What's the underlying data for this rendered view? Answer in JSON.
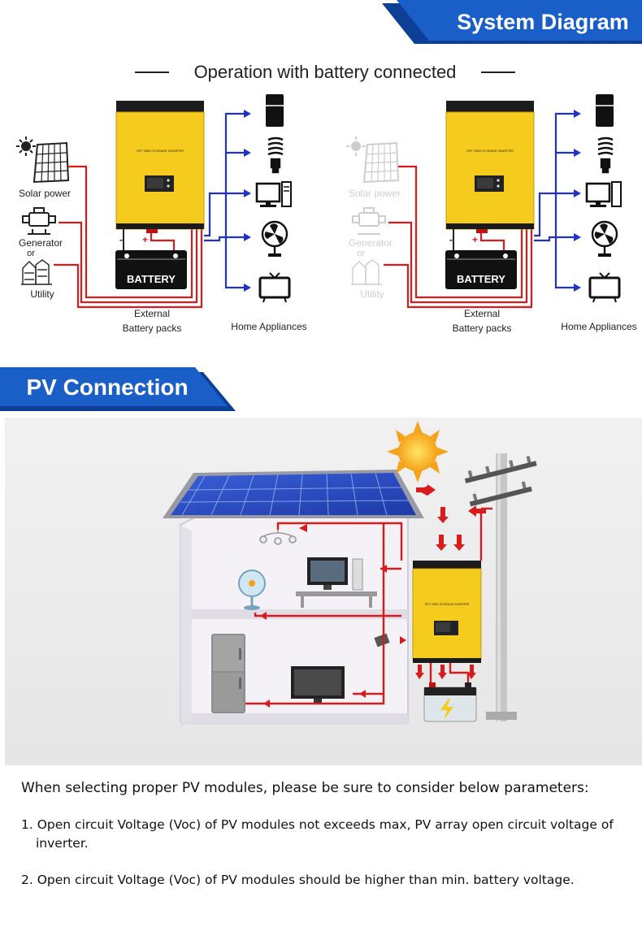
{
  "header": {
    "banner_title": "System Diagram",
    "subtitle": "Operation with battery connected"
  },
  "system_diagrams": [
    {
      "sources": [
        "Solar power",
        "Generator",
        "or",
        "Utility"
      ],
      "sources_active": true,
      "inverter_label": "OFF GRID STORAGE INVERTER",
      "battery_label": "BATTERY",
      "battery_caption": [
        "External",
        "Battery packs"
      ],
      "appliances_caption": "Home Appliances",
      "appliance_icons": [
        "refrigerator-icon",
        "bulb-icon",
        "computer-icon",
        "fan-icon",
        "tv-icon"
      ]
    },
    {
      "sources": [
        "Solar power",
        "Generator",
        "or",
        "Utility"
      ],
      "sources_active": false,
      "inverter_label": "OFF GRID STORAGE INVERTER",
      "battery_label": "BATTERY",
      "battery_caption": [
        "External",
        "Battery packs"
      ],
      "appliances_caption": "Home Appliances",
      "appliance_icons": [
        "refrigerator-icon",
        "bulb-icon",
        "computer-icon",
        "fan-icon",
        "tv-icon"
      ]
    }
  ],
  "pv": {
    "banner_title": "PV Connection",
    "inverter_label": "OFF GRID STORAGE INVERTER"
  },
  "params": {
    "intro": "When selecting proper PV modules, please be sure to consider below parameters:",
    "items": [
      "1. Open circuit Voltage (Voc) of PV modules not exceeds max, PV array open circuit voltage of inverter.",
      "2. Open circuit Voltage (Voc) of PV modules should be higher than min. battery voltage."
    ]
  },
  "colors": {
    "banner_blue": "#1a5fc8",
    "inverter_yellow": "#f5cb1d",
    "wire_red": "#d81c1c",
    "wire_blue": "#2033c8",
    "sun_orange": "#f6a21a"
  }
}
